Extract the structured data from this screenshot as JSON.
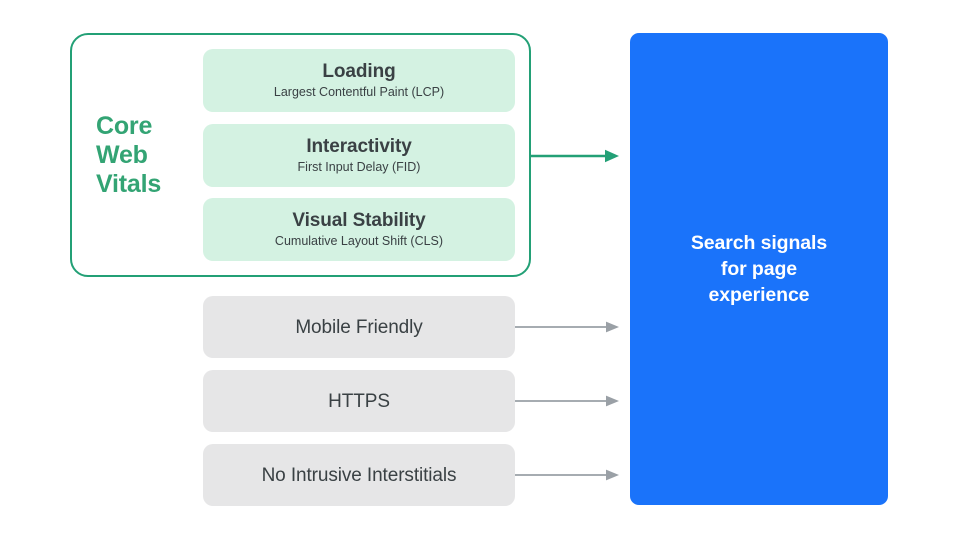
{
  "diagram": {
    "title": "Search signals for page experience",
    "colors": {
      "green_border": "#23a076",
      "green_label_text": "#33a474",
      "green_card_fill": "#d4f2e2",
      "gray_card_fill": "#e6e6e7",
      "blue_panel_fill": "#1a73fa",
      "card_text": "#3a4144",
      "blue_panel_text": "#ffffff",
      "gray_arrow": "#9aa0a6",
      "green_arrow": "#23a076"
    }
  },
  "core_web_vitals": {
    "label": "Core\nWeb\nVitals",
    "label_lines": [
      "Core",
      "Web",
      "Vitals"
    ],
    "metrics": [
      {
        "title": "Loading",
        "subtitle": "Largest Contentful Paint (LCP)"
      },
      {
        "title": "Interactivity",
        "subtitle": "First Input Delay (FID)"
      },
      {
        "title": "Visual Stability",
        "subtitle": "Cumulative Layout Shift (CLS)"
      }
    ]
  },
  "other_signals": [
    {
      "title": "Mobile Friendly"
    },
    {
      "title": "HTTPS"
    },
    {
      "title": "No Intrusive Interstitials"
    }
  ],
  "destination": {
    "text": "Search signals for page experience",
    "lines": [
      "Search signals",
      "for page",
      "experience"
    ]
  },
  "arrows": [
    {
      "name": "core-web-vitals-arrow",
      "color": "#23a076"
    },
    {
      "name": "mobile-friendly-arrow",
      "color": "#9aa0a6"
    },
    {
      "name": "https-arrow",
      "color": "#9aa0a6"
    },
    {
      "name": "no-intrusive-interstitials-arrow",
      "color": "#9aa0a6"
    }
  ]
}
